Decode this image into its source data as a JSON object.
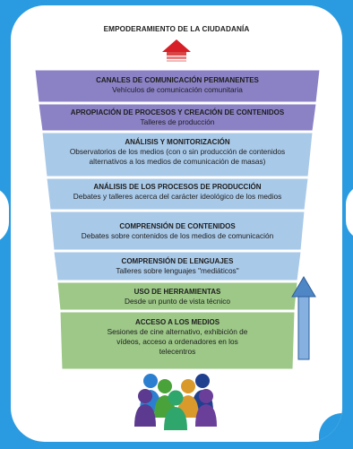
{
  "title": "EMPODERAMIENTO DE LA CIUDADANÍA",
  "levels": [
    {
      "title": "CANALES DE COMUNICACIÓN PERMANENTES",
      "description": "Vehículos de comunicación comunitaria",
      "color": "#8b82c6"
    },
    {
      "title": "APROPIACIÓN DE PROCESOS Y CREACIÓN DE CONTENIDOS",
      "description": "Talleres de producción",
      "color": "#8b82c6"
    },
    {
      "title": "ANÁLISIS Y MONITORIZACIÓN",
      "description": "Observatorios de los medios (con o sin producción de contenidos alternativos a los medios de comunicación de masas)",
      "color": "#a9c9e8"
    },
    {
      "title": "ANÁLISIS DE LOS PROCESOS DE PRODUCCIÓN",
      "description": "Debates y talleres acerca del carácter ideológico de los medios",
      "color": "#a9c9e8"
    },
    {
      "title": "COMPRENSIÓN DE CONTENIDOS",
      "description": "Debates sobre contenidos de los medios de comunicación",
      "color": "#a9c9e8"
    },
    {
      "title": "COMPRENSIÓN DE LENGUAJES",
      "description": "Talleres sobre lenguajes \"mediáticos\"",
      "color": "#a9c9e8"
    },
    {
      "title": "USO DE HERRAMIENTAS",
      "description": "Desde un punto de vista técnico",
      "color": "#9dc888"
    },
    {
      "title": "ACCESO A LOS MEDIOS",
      "description": "Sesiones de cine alternativo, exhibición de vídeos, acceso a ordenadores en los telecentros",
      "color": "#9dc888"
    }
  ],
  "colors": {
    "frame": "#2a9be0",
    "up_arrow_top": "#d61f26",
    "blue_arrow": "#6f9fd8"
  },
  "icons": [
    "up-arrow-icon",
    "progress-arrow-icon",
    "people-group-icon"
  ]
}
